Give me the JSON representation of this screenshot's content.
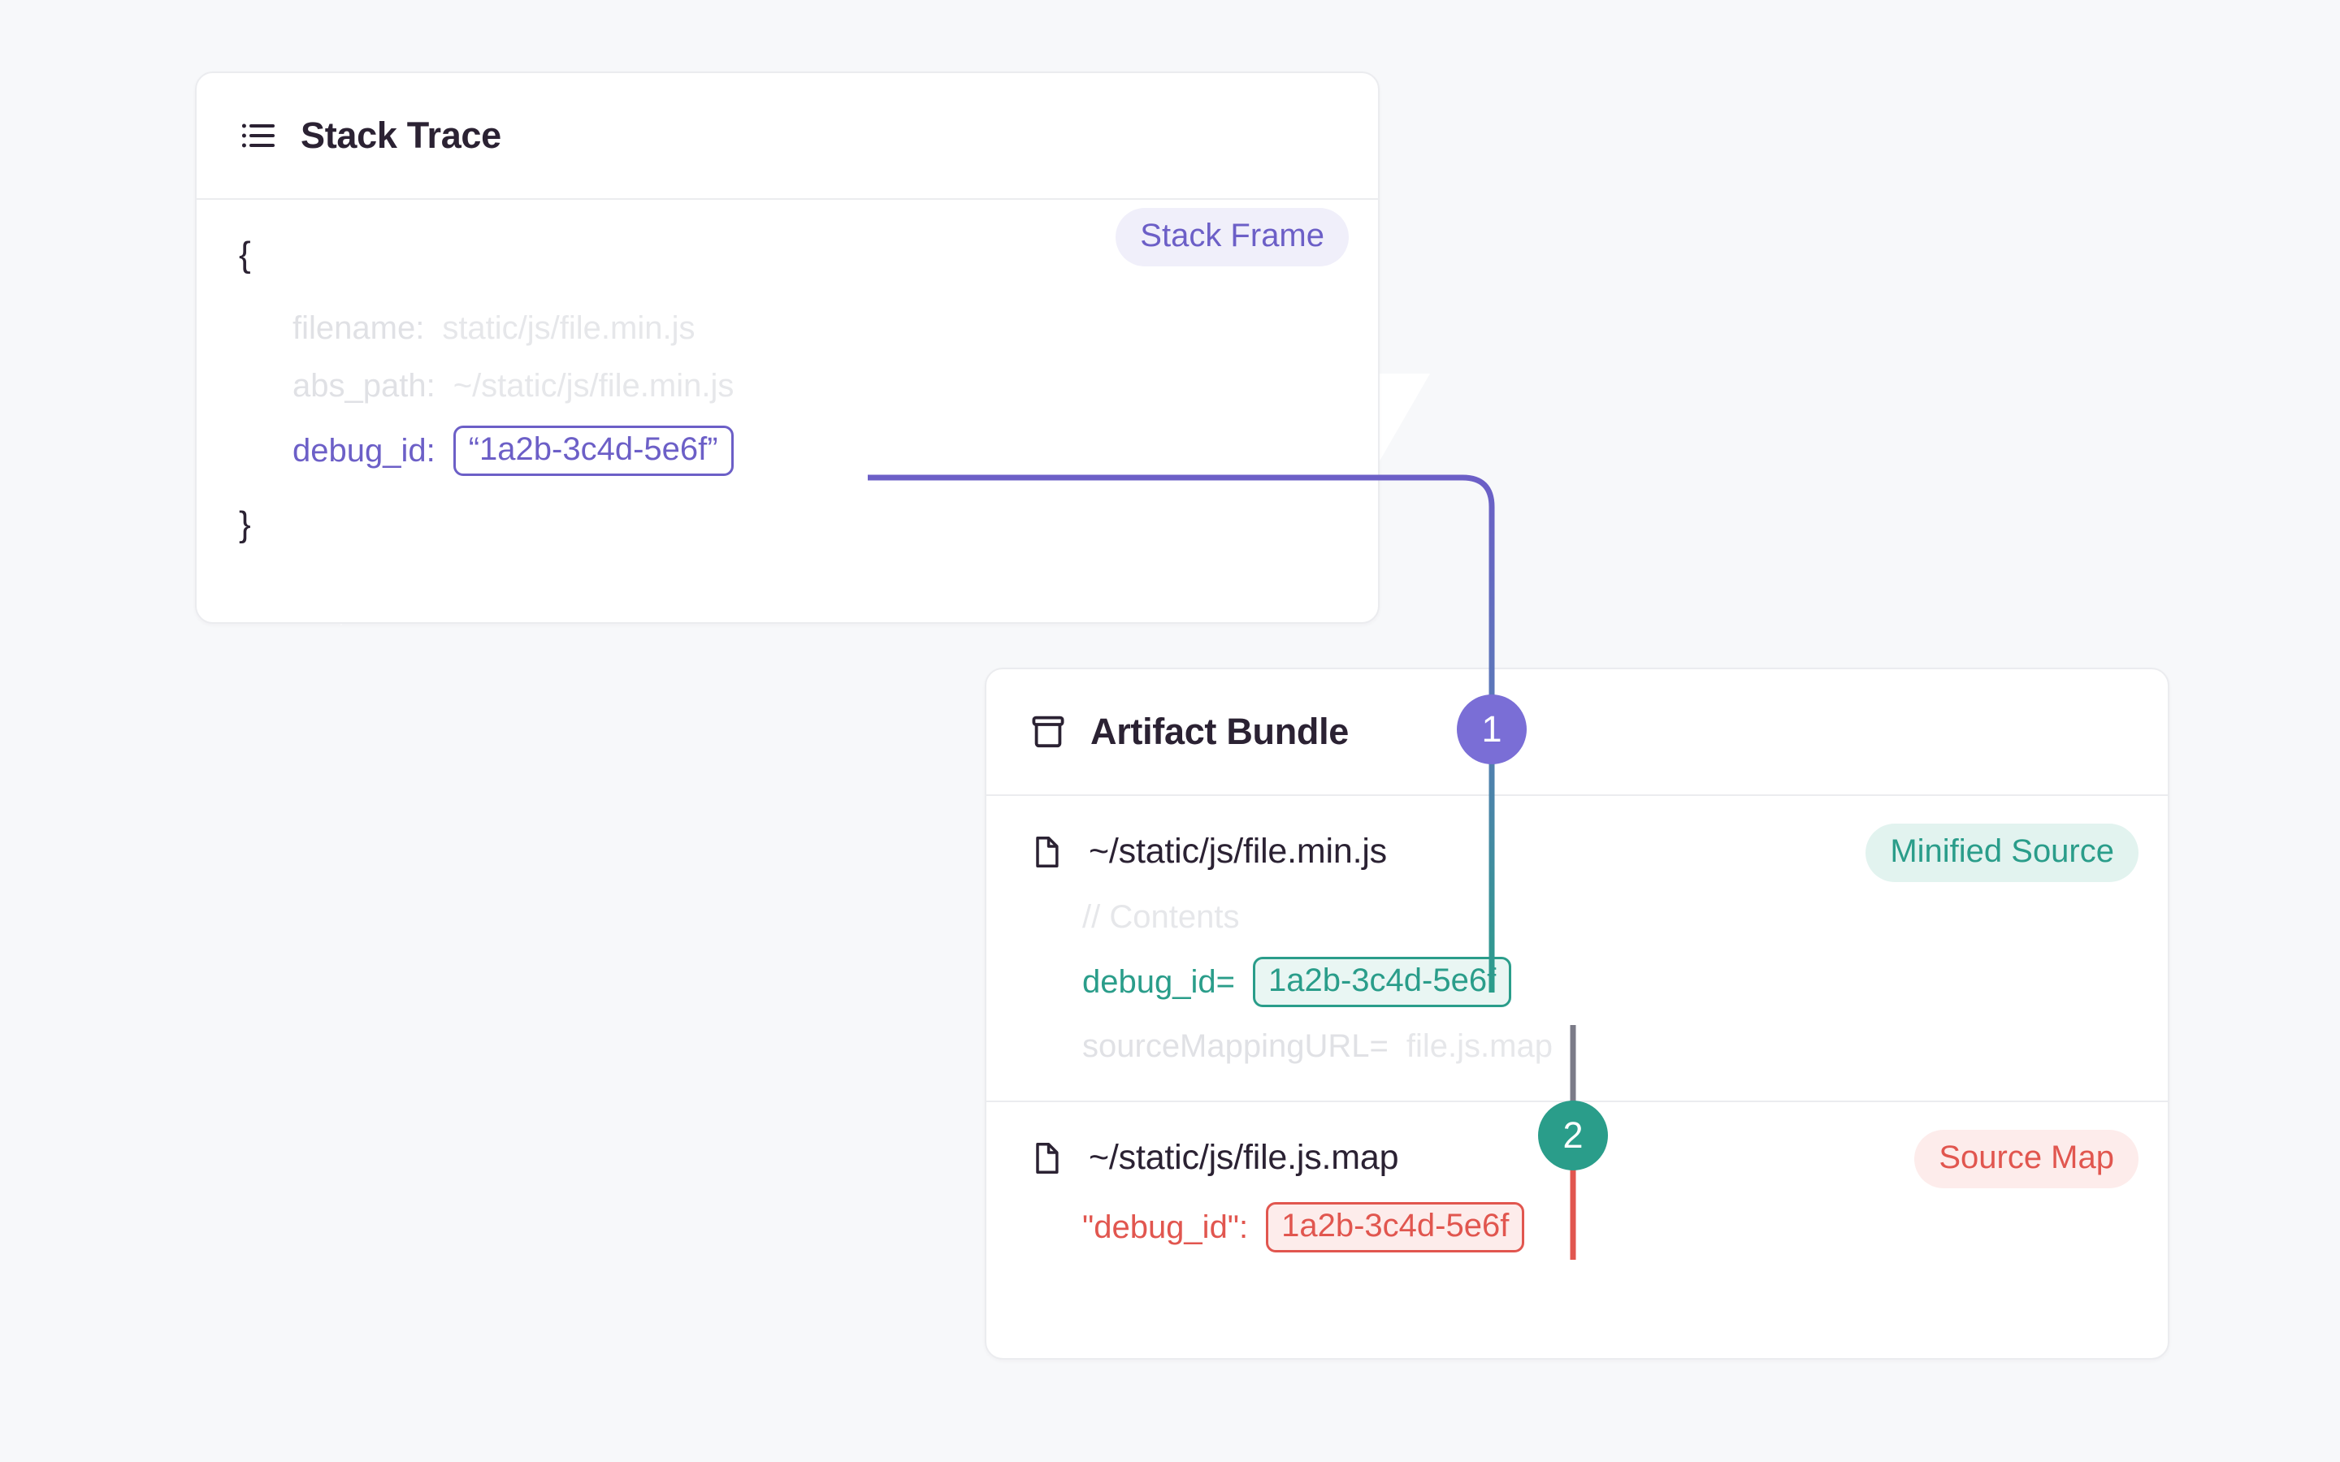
{
  "theme": {
    "background": "#f7f8fa",
    "card_background": "#ffffff",
    "card_border": "#ebecef",
    "text_primary": "#2b2233",
    "text_muted": "#e6e7ea",
    "purple": "#6c5fc7",
    "purple_badge": "#7a6ed6",
    "teal": "#2a9d8a",
    "red": "#e1564f"
  },
  "stack_trace": {
    "title": "Stack Trace",
    "icon": "list-icon",
    "badge": "Stack Frame",
    "open_brace": "{",
    "close_brace": "}",
    "fields": [
      {
        "key": "filename:",
        "value": "static/js/file.min.js",
        "state": "muted"
      },
      {
        "key": "abs_path:",
        "value": "~/static/js/file.min.js",
        "state": "muted"
      },
      {
        "key": "debug_id:",
        "value": "“1a2b-3c4d-5e6f”",
        "state": "highlight-purple"
      }
    ]
  },
  "artifact_bundle": {
    "title": "Artifact Bundle",
    "icon": "archive-box-icon",
    "files": [
      {
        "path": "~/static/js/file.min.js",
        "icon": "document-icon",
        "badge": "Minified Source",
        "badge_style": "teal",
        "lines": [
          {
            "text": "// Contents",
            "state": "muted"
          },
          {
            "key": "debug_id=",
            "value": "1a2b-3c4d-5e6f",
            "state": "highlight-teal"
          },
          {
            "key": "sourceMappingURL=",
            "value": "file.js.map",
            "state": "muted"
          }
        ]
      },
      {
        "path": "~/static/js/file.js.map",
        "icon": "document-icon",
        "badge": "Source Map",
        "badge_style": "red",
        "lines": [
          {
            "key": "\"debug_id\":",
            "value": "1a2b-3c4d-5e6f",
            "state": "highlight-red"
          }
        ]
      }
    ]
  },
  "steps": [
    {
      "number": "1",
      "color": "#7a6ed6",
      "describes": "stack-frame-debug-id-to-minified-source"
    },
    {
      "number": "2",
      "color": "#2a9d8a",
      "describes": "minified-source-to-source-map"
    }
  ]
}
